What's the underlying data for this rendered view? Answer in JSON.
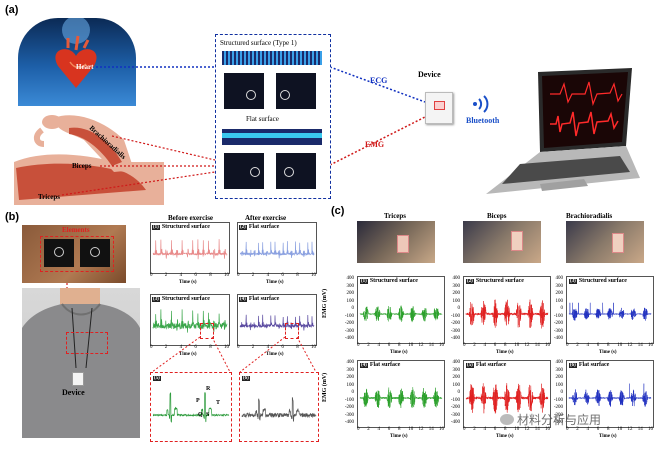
{
  "panel_a": {
    "label": "(a)",
    "heart_label": "Heart",
    "brachioradialis_label": "Brachioradialis",
    "biceps_label": "Biceps",
    "triceps_label": "Triceps",
    "structured_surface_label": "Structured surface (Type 1)",
    "flat_surface_label": "Flat surface",
    "ecg_label": "ECG",
    "emg_label": "EMG",
    "device_label": "Device",
    "bluetooth_label": "Bluetooth"
  },
  "panel_b": {
    "label": "(b)",
    "elements_label": "Elements",
    "device_label": "Device",
    "before_label": "Before exercise",
    "after_label": "After exercise",
    "plots": [
      {
        "num": "(1)",
        "title": "Structured surface",
        "color": "#e88a8a"
      },
      {
        "num": "(2)",
        "title": "Flat surface",
        "color": "#8aa0e0"
      },
      {
        "num": "(3)",
        "title": "Structured surface",
        "color": "#3aa64a"
      },
      {
        "num": "(4)",
        "title": "Flat surface",
        "color": "#5a4aa0"
      },
      {
        "num": "(5)",
        "title": "",
        "color": "#2a9a3a"
      },
      {
        "num": "(6)",
        "title": "",
        "color": "#555555"
      }
    ],
    "xaxis_label": "Time (s)",
    "xticks": [
      "0",
      "2",
      "4",
      "6",
      "8",
      "10"
    ],
    "pqrst": {
      "p": "P",
      "r": "R",
      "t": "T",
      "q": "Q",
      "s": "S"
    }
  },
  "panel_c": {
    "label": "(c)",
    "muscle_labels": [
      "Triceps",
      "Biceps",
      "Brachioradialis"
    ],
    "ylabel": "EMG (mV)",
    "yticks": [
      "400",
      "300",
      "200",
      "100",
      "0",
      "-100",
      "-200",
      "-300",
      "-400"
    ],
    "xticks": [
      "0",
      "2",
      "4",
      "6",
      "8",
      "10",
      "12",
      "14",
      "16"
    ],
    "xaxis_label": "Time (s)",
    "plots": [
      {
        "num": "(1)",
        "title": "Structured surface",
        "color": "#2aa02a"
      },
      {
        "num": "(2)",
        "title": "Structured surface",
        "color": "#e02020"
      },
      {
        "num": "(3)",
        "title": "Structured surface",
        "color": "#2030c0"
      },
      {
        "num": "(4)",
        "title": "Flat surface",
        "color": "#2aa02a"
      },
      {
        "num": "(5)",
        "title": "Flat surface",
        "color": "#e02020"
      },
      {
        "num": "(6)",
        "title": "Flat surface",
        "color": "#2030c0"
      }
    ]
  },
  "watermark": "材料分析与应用"
}
